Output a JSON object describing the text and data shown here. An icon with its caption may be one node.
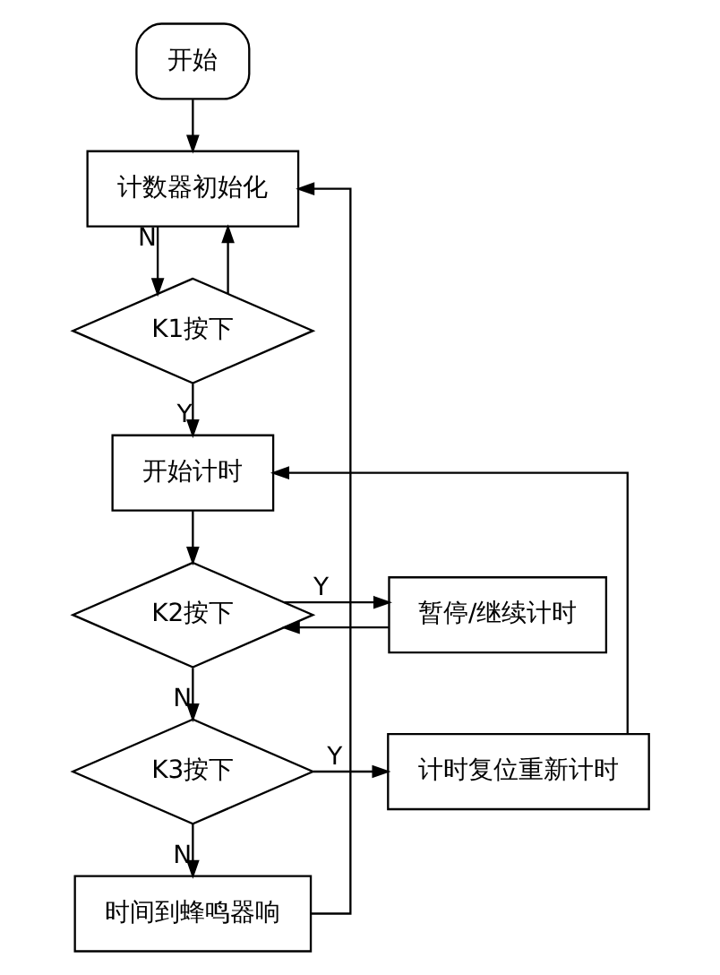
{
  "diagram": {
    "nodes": [
      {
        "text": [
          "开始"
        ]
      },
      {
        "text": [
          "计数器初始化"
        ]
      },
      {
        "text": [
          "K1按下"
        ]
      },
      {
        "text": [
          "开始计时"
        ]
      },
      {
        "text": [
          "K2按下"
        ]
      },
      {
        "text": [
          "暂停/继续计时"
        ]
      },
      {
        "text": [
          "K3按下"
        ]
      },
      {
        "text": [
          "计时复位重新计时"
        ]
      },
      {
        "text": [
          "时间到蜂鸣器响"
        ]
      }
    ],
    "edges": [
      {
        "from": 0,
        "to": 1,
        "arrow": "to"
      },
      {
        "from": 1,
        "to": 2,
        "arrow": "to",
        "label": "N"
      },
      {
        "from": 2,
        "to": 1,
        "arrow": "to"
      },
      {
        "from": 2,
        "to": 3,
        "arrow": "to",
        "label": "Y"
      },
      {
        "from": 3,
        "to": 4,
        "arrow": "to"
      },
      {
        "from": 4,
        "to": 5,
        "arrow": "to",
        "label": "Y"
      },
      {
        "from": 5,
        "to": 4,
        "arrow": "to"
      },
      {
        "from": 4,
        "to": 6,
        "arrow": "to",
        "label": "N"
      },
      {
        "from": 6,
        "to": 7,
        "arrow": "to",
        "label": "Y"
      },
      {
        "from": 7,
        "to": 3,
        "arrow": "to"
      },
      {
        "from": 6,
        "to": 8,
        "arrow": "to",
        "label": "N"
      },
      {
        "from": 8,
        "to": 1,
        "arrow": "to"
      }
    ]
  }
}
